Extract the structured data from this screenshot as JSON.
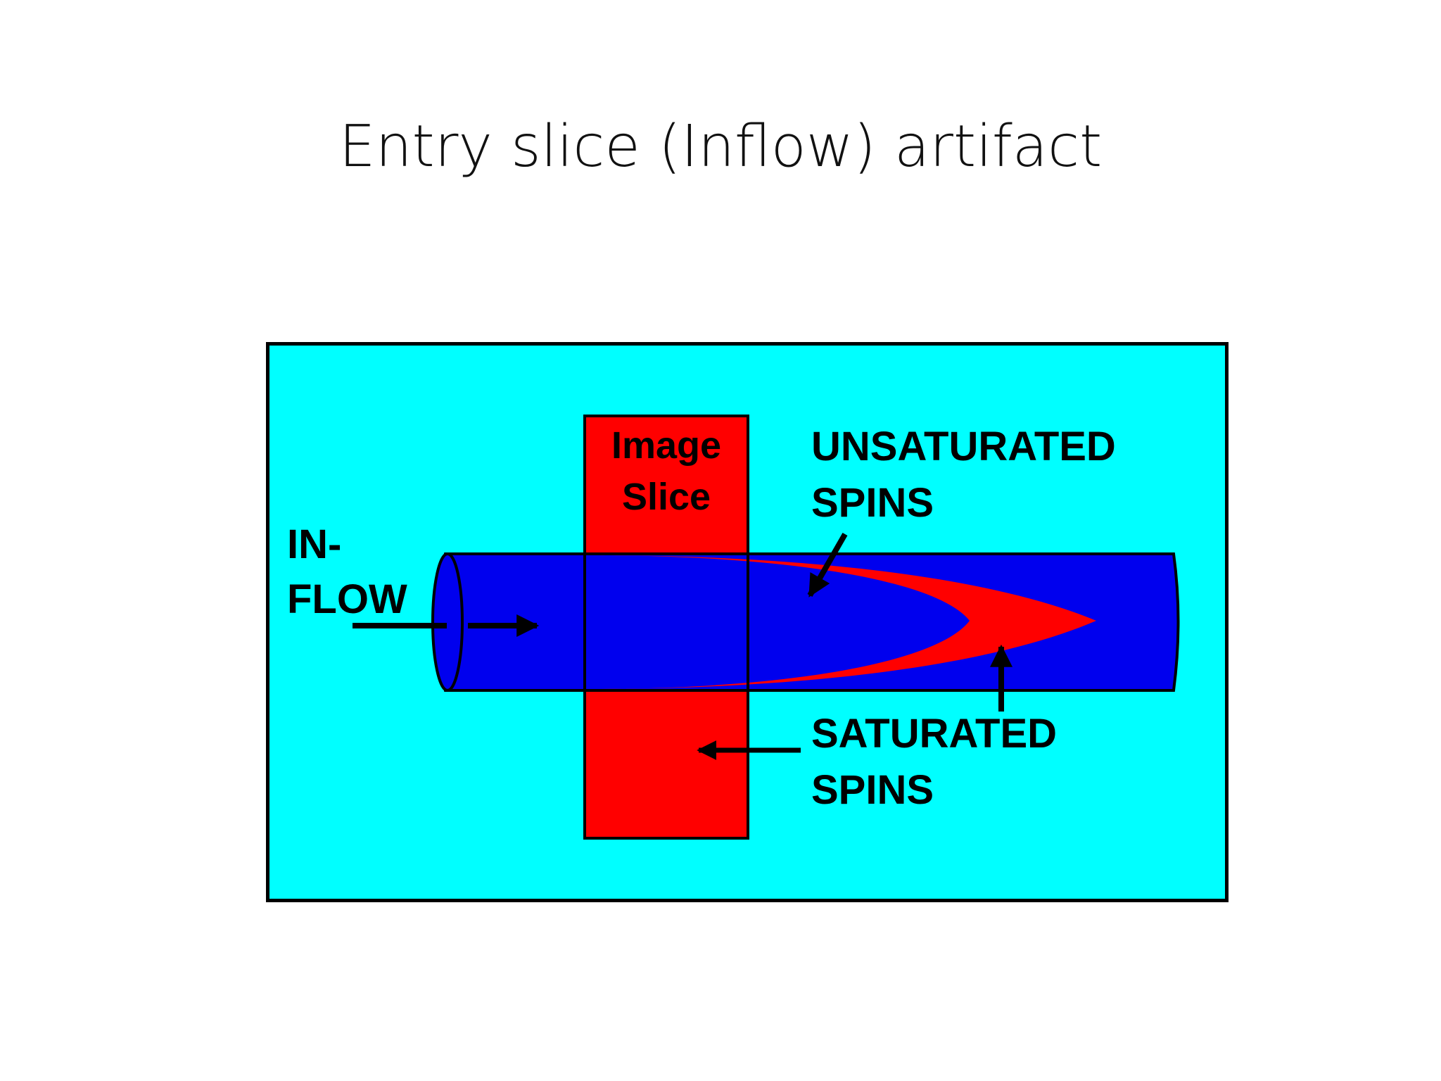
{
  "slide": {
    "title": "Entry slice (Inflow) artifact"
  },
  "diagram": {
    "labels": {
      "image_slice": "Image\nSlice",
      "inflow": "IN-\nFLOW",
      "unsaturated_spins": "UNSATURATED\nSPINS",
      "saturated_spins": "SATURATED\nSPINS"
    },
    "colors": {
      "background": "#00ffff",
      "vessel": "#0000ee",
      "slice": "#ff0000",
      "outline": "#000000"
    }
  }
}
